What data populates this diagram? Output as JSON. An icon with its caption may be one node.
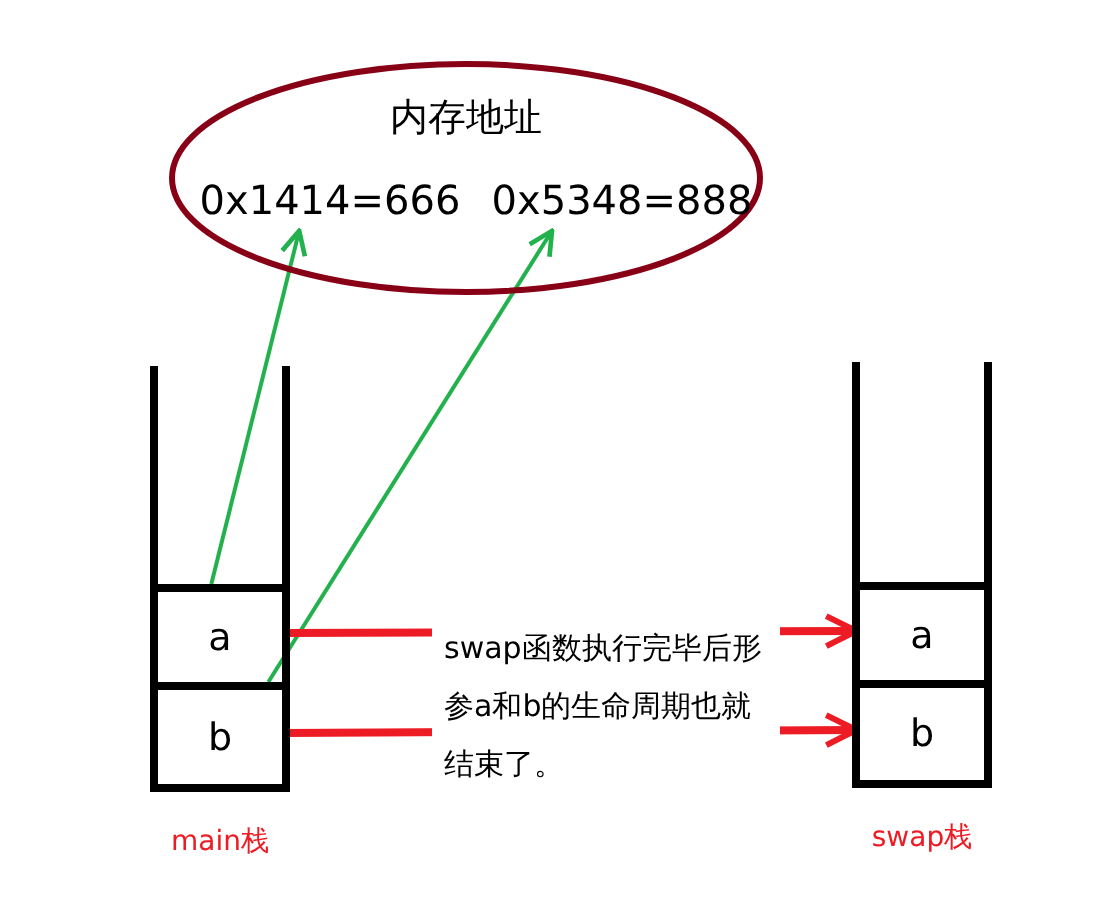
{
  "diagram": {
    "nodes": [
      {
        "text": [
          "内存地址"
        ]
      },
      {
        "text": [
          "0x1414=666"
        ],
        "in": 0
      },
      {
        "text": [
          "0x5348=888"
        ],
        "in": 0
      },
      {
        "text": [],
        "shape": "box",
        "beside": [
          "main栈"
        ]
      },
      {
        "text": [
          "a"
        ],
        "in": 3
      },
      {
        "text": [
          "b"
        ],
        "in": 3
      },
      {
        "text": [],
        "shape": "box",
        "beside": [
          "swap栈"
        ]
      },
      {
        "text": [
          "a"
        ],
        "in": 6
      },
      {
        "text": [
          "b"
        ],
        "in": 6
      }
    ],
    "edges": [
      {
        "from": 4,
        "to": 1,
        "arrow": "to",
        "color": "#22b14c"
      },
      {
        "from": 5,
        "to": 2,
        "arrow": "to",
        "color": "#22b14c"
      },
      {
        "from": 4,
        "to": 7,
        "arrow": "to",
        "color": "#ed1c24",
        "style": "thick"
      },
      {
        "from": 5,
        "to": 8,
        "arrow": "to",
        "color": "#ed1c24",
        "style": "thick"
      }
    ],
    "labels": [
      "swap函数执行完毕后形参a和b的生命周期也就结束了。"
    ]
  }
}
